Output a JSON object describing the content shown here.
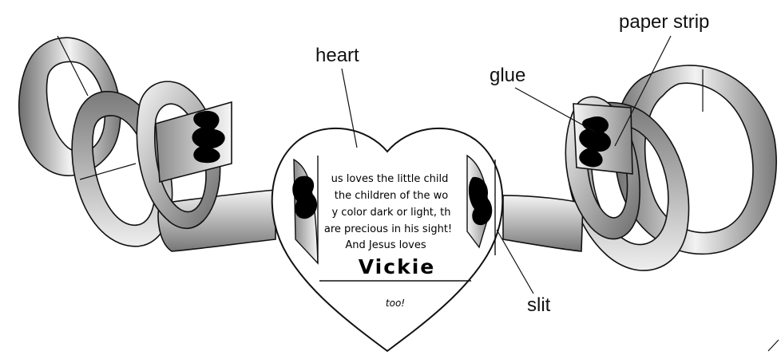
{
  "labels": {
    "heart": "heart",
    "glue": "glue",
    "paper_strip": "paper strip",
    "slit": "slit"
  },
  "heart_text": {
    "lines": [
      "us loves the little child",
      "the children of the wo",
      "y color dark or light, th",
      "are precious in his sight!",
      "And Jesus loves"
    ],
    "name": "Vickie",
    "closing": "too!"
  },
  "colors": {
    "ink": "#111111",
    "glue": "#000000",
    "strip_light": "#f4f4f4",
    "strip_dark": "#7d7d7d"
  }
}
